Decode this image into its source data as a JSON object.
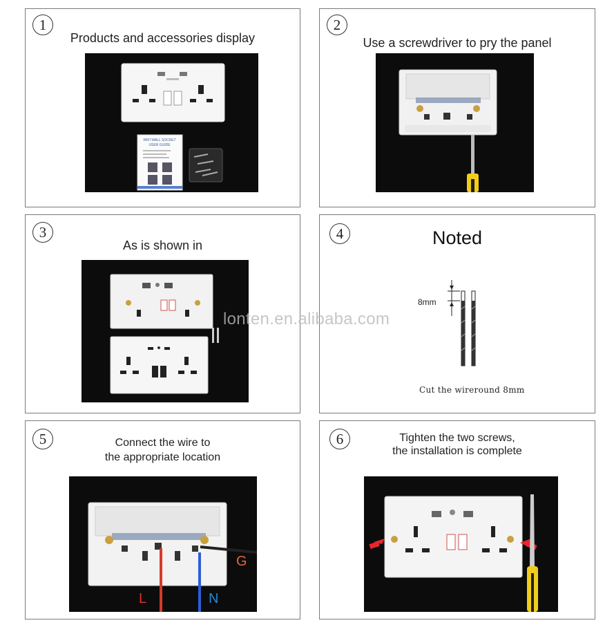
{
  "steps": [
    {
      "num": "1",
      "title": "Products and accessories display"
    },
    {
      "num": "2",
      "title": "Use a screwdriver to pry the panel"
    },
    {
      "num": "3",
      "title": "As is shown in"
    },
    {
      "num": "4",
      "title": "Noted",
      "measure": "8mm",
      "note": "Cut the wireround 8mm"
    },
    {
      "num": "5",
      "title_line1": "Connect the wire to",
      "title_line2": "the appropriate location",
      "wire_labels": {
        "L": "L",
        "N": "N",
        "G": "G"
      }
    },
    {
      "num": "6",
      "title_line1": "Tighten the two screws,",
      "title_line2": "the installation is complete"
    }
  ],
  "watermark": "lonten.en.alibaba.com",
  "manual": {
    "line1": "WIFI WALL SOCKET",
    "line2": "USER GUIDE"
  },
  "colors": {
    "wire_live": "#d63a2a",
    "wire_neutral": "#2b5fd8",
    "wire_ground": "#222222",
    "label_live": "#e0302a",
    "label_neutral": "#1f8ad6",
    "label_ground": "#e06a3a",
    "arrow": "#e8262c",
    "handle": "#f2cd19"
  }
}
